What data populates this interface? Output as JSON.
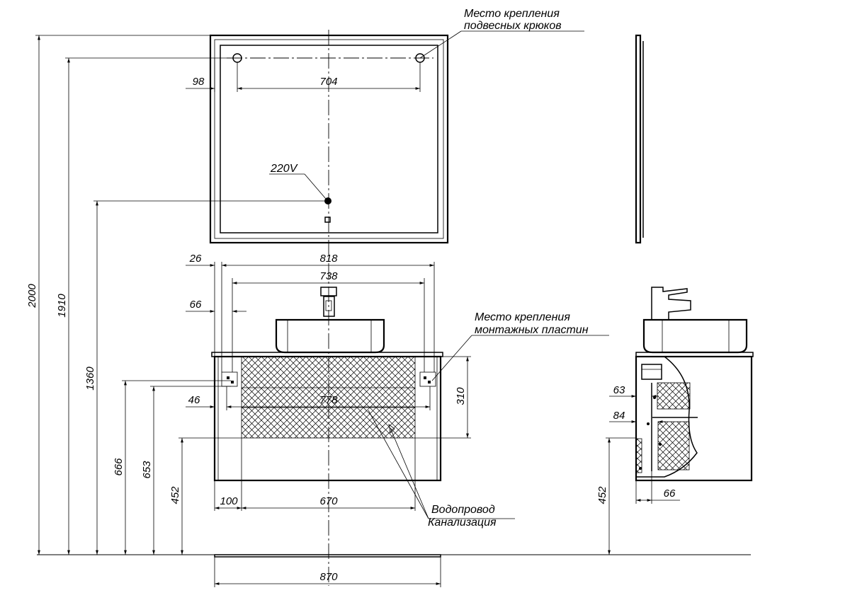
{
  "labels": {
    "hooks_line1": "Место крепления",
    "hooks_line2": "подвесных крюков",
    "plates_line1": "Место крепления",
    "plates_line2": "монтажных пластин",
    "water": "Водопровод",
    "drain": "Канализация",
    "power": "220V"
  },
  "dimensions": {
    "d2000": "2000",
    "d1910": "1910",
    "d1360": "1360",
    "d666": "666",
    "d653": "653",
    "d452": "452",
    "d98": "98",
    "d704": "704",
    "d26": "26",
    "d818": "818",
    "d738": "738",
    "d66": "66",
    "d46": "46",
    "d778": "778",
    "d310": "310",
    "d100": "100",
    "d670": "670",
    "d870": "870",
    "side_63": "63",
    "side_84": "84",
    "side_452": "452",
    "side_66": "66"
  }
}
